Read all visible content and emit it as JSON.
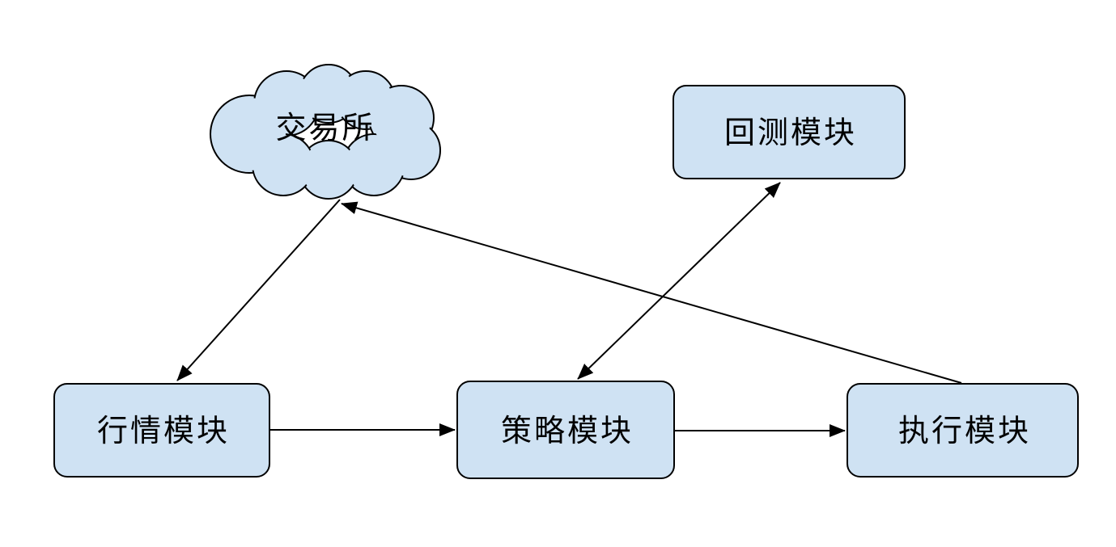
{
  "diagram": {
    "description": "Quantitative trading system architecture diagram",
    "background": "#ffffff",
    "nodes": {
      "exchange": {
        "label": "交易所",
        "shape": "cloud"
      },
      "backtest": {
        "label": "回测模块",
        "shape": "rounded-rectangle"
      },
      "market": {
        "label": "行情模块",
        "shape": "rounded-rectangle"
      },
      "strategy": {
        "label": "策略模块",
        "shape": "rounded-rectangle"
      },
      "execution": {
        "label": "执行模块",
        "shape": "rounded-rectangle"
      }
    },
    "edges": [
      {
        "from": "exchange",
        "to": "market",
        "arrow": "single"
      },
      {
        "from": "market",
        "to": "strategy",
        "arrow": "single"
      },
      {
        "from": "strategy",
        "to": "execution",
        "arrow": "single"
      },
      {
        "from": "execution",
        "to": "exchange",
        "arrow": "single"
      },
      {
        "from": "strategy",
        "to": "backtest",
        "arrow": "double"
      }
    ],
    "colors": {
      "node_fill": "#cfe2f3",
      "node_stroke": "#000000",
      "edge": "#000000",
      "text": "#000000"
    }
  }
}
